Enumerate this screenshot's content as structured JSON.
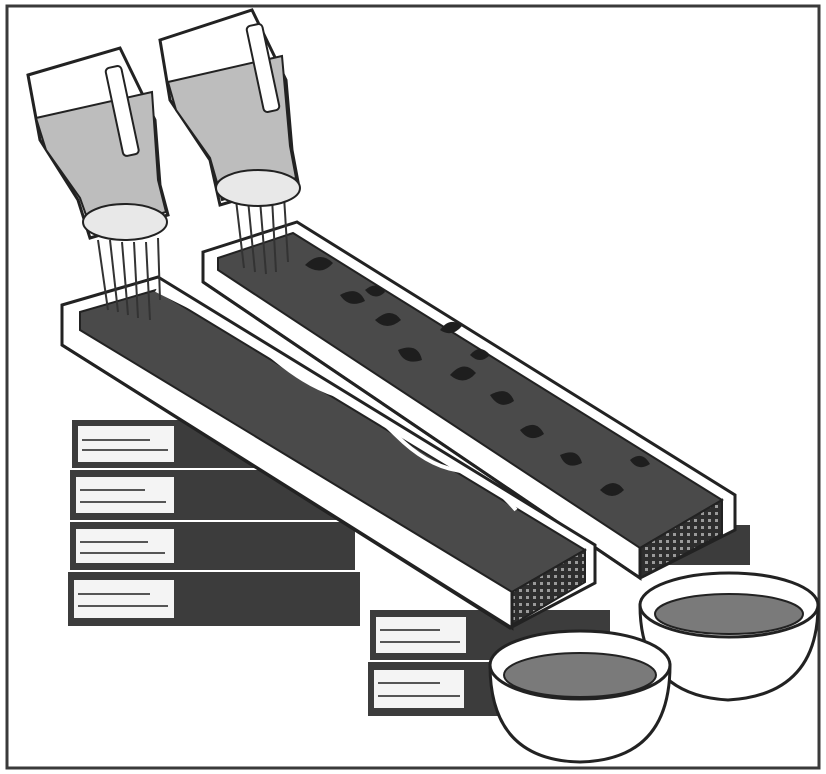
{
  "figure": {
    "description_visible_text": "",
    "colors": {
      "frame": "#3a3a3a",
      "soil": "#4a4a4a",
      "soil_dark": "#333333",
      "tray": "#ffffff",
      "book_cover": "#3c3c3c",
      "book_pages": "#f4f4f4",
      "water": "#bdbdbd",
      "bowl_water": "#7a7a7a",
      "leaf": "#1e1e1e"
    },
    "icons": [
      "jug-left",
      "jug-right",
      "trough-bare-soil",
      "trough-with-leaves",
      "book-stack-left",
      "book-stack-right",
      "bowl-front",
      "bowl-back"
    ]
  }
}
